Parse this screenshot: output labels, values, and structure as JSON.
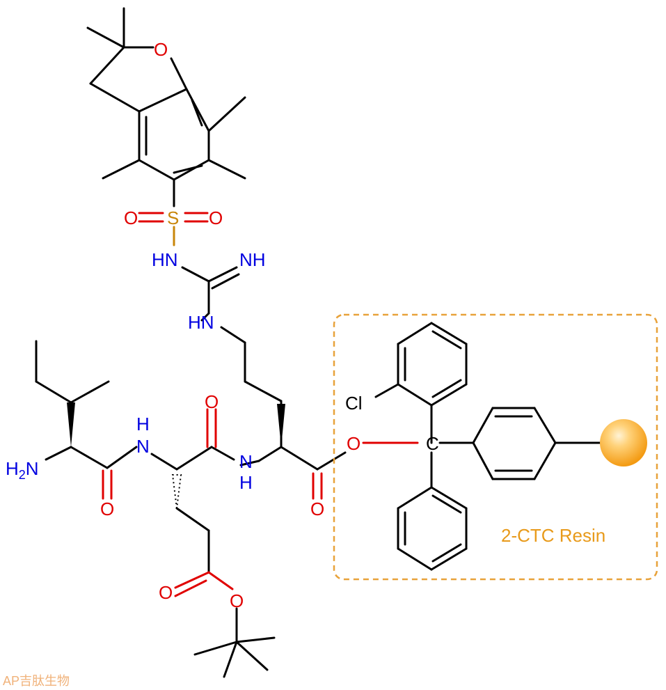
{
  "molecule": {
    "atom_labels": {
      "ring_oxygen": "O",
      "sulfonyl_s": "S",
      "sulfonyl_o_left": "O",
      "sulfonyl_o_right": "O",
      "guanidine_hn": "HN",
      "guanidine_nh_imine": "NH",
      "guanidine_hn_chain": "HN",
      "amine": "H2N",
      "amide_nh_1": "N",
      "amide_h_1": "H",
      "amide_o_1": "O",
      "amide_o_2": "O",
      "amide_nh_2": "N",
      "amide_h_2": "H",
      "ester_o_carbonyl": "O",
      "ester_o_link": "O",
      "trityl_c": "C",
      "chloro": "Cl",
      "glu_o_carbonyl": "O",
      "glu_o_ester": "O"
    }
  },
  "resin": {
    "label": "2-CTC Resin",
    "bead_color": "#f7a32a",
    "box_color": "#e8a23a"
  },
  "watermark": {
    "text": "AP吉肽生物",
    "color": "#f0b27a"
  },
  "colors": {
    "oxygen": "#e00000",
    "nitrogen": "#0000e0",
    "sulfur": "#c8860a",
    "carbon": "#000000"
  }
}
